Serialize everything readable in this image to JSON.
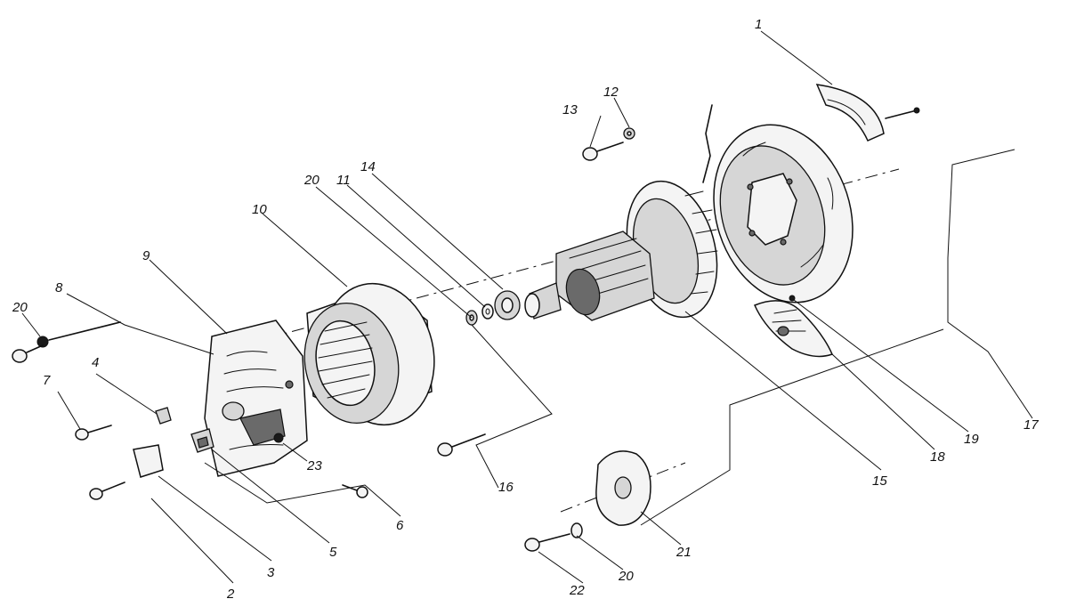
{
  "callouts": {
    "c1": "1",
    "c2": "2",
    "c3": "3",
    "c4": "4",
    "c5": "5",
    "c6": "6",
    "c7": "7",
    "c8": "8",
    "c9": "9",
    "c10": "10",
    "c11": "11",
    "c12": "12",
    "c13": "13",
    "c14": "14",
    "c15": "15",
    "c16": "16",
    "c17": "17",
    "c18": "18",
    "c19": "19",
    "c20a": "20",
    "c20b": "20",
    "c20c": "20",
    "c21": "21",
    "c22": "22",
    "c23": "23"
  }
}
